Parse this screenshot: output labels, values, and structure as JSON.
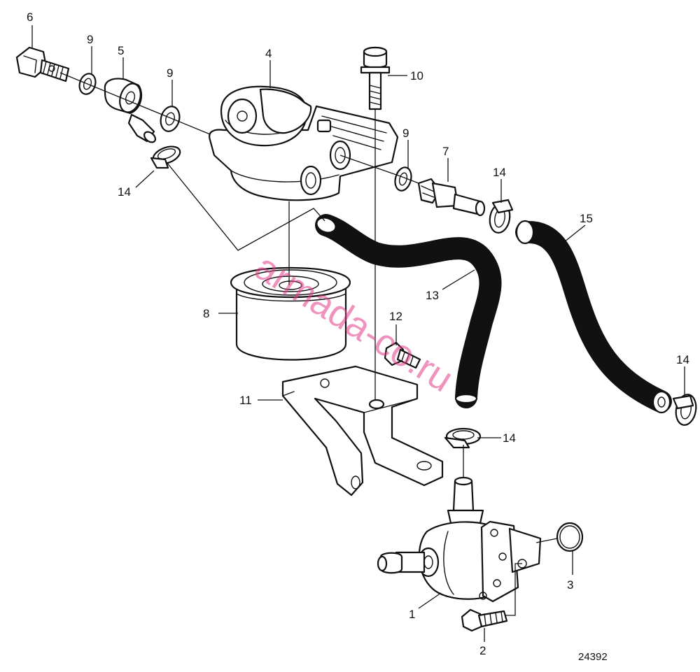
{
  "callouts": {
    "c1": "1",
    "c2": "2",
    "c3": "3",
    "c4": "4",
    "c5": "5",
    "c6": "6",
    "c7": "7",
    "c8": "8",
    "c9a": "9",
    "c9b": "9",
    "c9c": "9",
    "c10": "10",
    "c11": "11",
    "c12": "12",
    "c13": "13",
    "c14a": "14",
    "c14b": "14",
    "c14c": "14",
    "c14d": "14",
    "c15": "15"
  },
  "figure_number": "24392",
  "watermark": "armada-co.ru",
  "colors": {
    "line": "#111111",
    "watermark": "#e23a8a",
    "background": "#ffffff"
  }
}
